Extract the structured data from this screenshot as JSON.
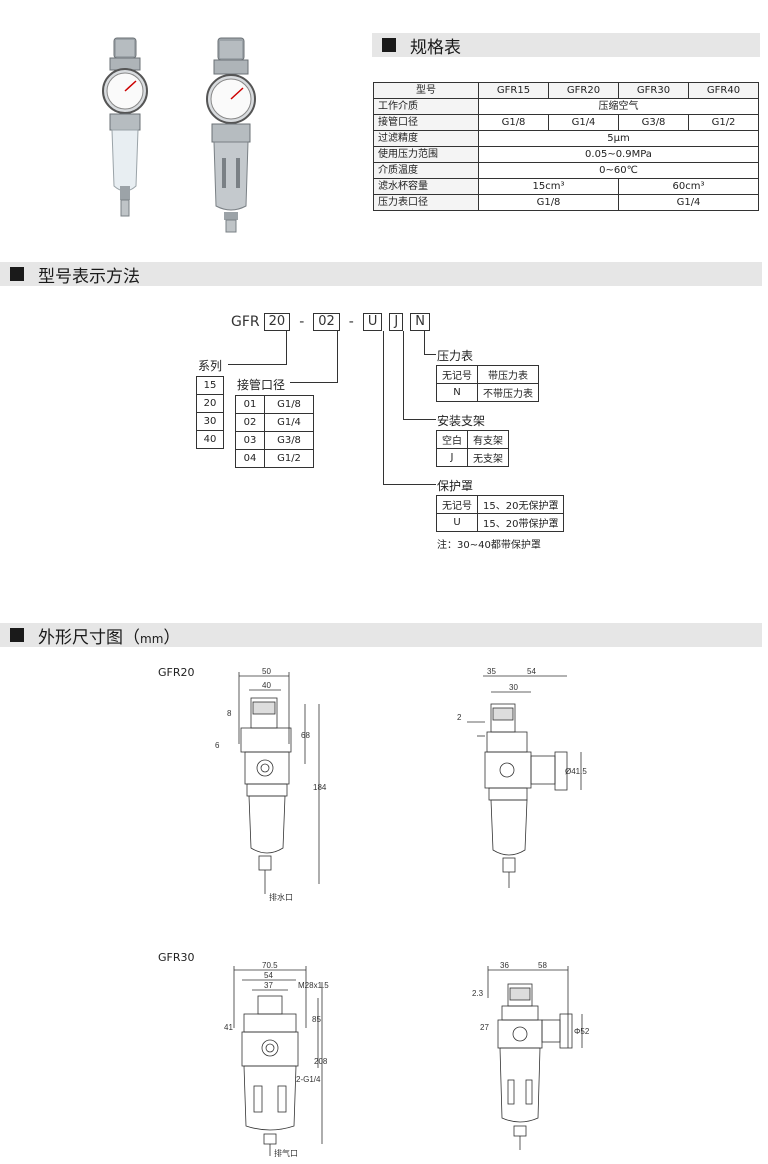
{
  "spec_section": {
    "title": "规格表",
    "header": [
      "型号",
      "GFR15",
      "GFR20",
      "GFR30",
      "GFR40"
    ],
    "rows": [
      {
        "label": "工作介质",
        "value": "压缩空气"
      },
      {
        "label": "接管口径",
        "values": [
          "G1/8",
          "G1/4",
          "G3/8",
          "G1/2"
        ]
      },
      {
        "label": "过滤精度",
        "value": "5μm"
      },
      {
        "label": "使用压力范围",
        "value": "0.05~0.9MPa"
      },
      {
        "label": "介质温度",
        "value": "0~60℃"
      },
      {
        "label": "滤水杯容量",
        "values_pair": [
          "15cm³",
          "60cm³"
        ]
      },
      {
        "label": "压力表口径",
        "values_pair": [
          "G1/8",
          "G1/4"
        ]
      }
    ]
  },
  "model_section": {
    "title": "型号表示方法",
    "code": {
      "prefix": "GFR",
      "series": "20",
      "port": "02",
      "guard": "U",
      "bracket": "J",
      "gauge": "N"
    },
    "series_label": "系列",
    "series_options": [
      "15",
      "20",
      "30",
      "40"
    ],
    "port_label": "接管口径",
    "port_options": [
      [
        "01",
        "G1/8"
      ],
      [
        "02",
        "G1/4"
      ],
      [
        "03",
        "G3/8"
      ],
      [
        "04",
        "G1/2"
      ]
    ],
    "gauge_label": "压力表",
    "gauge_options": [
      [
        "无记号",
        "带压力表"
      ],
      [
        "N",
        "不带压力表"
      ]
    ],
    "bracket_label": "安装支架",
    "bracket_options": [
      [
        "空白",
        "有支架"
      ],
      [
        "J",
        "无支架"
      ]
    ],
    "guard_label": "保护罩",
    "guard_options": [
      [
        "无记号",
        "15、20无保护罩"
      ],
      [
        "U",
        "15、20带保护罩"
      ]
    ],
    "note": "注：30~40都带保护罩"
  },
  "dimension_section": {
    "title": "外形尺寸图",
    "unit": "mm",
    "gfr20": {
      "name": "GFR20",
      "front": {
        "w_outer": "50",
        "w_inner": "40",
        "h_part": "68",
        "h_total": "184",
        "side_a": "8",
        "side_b": "6"
      },
      "side": {
        "d1": "35",
        "d2": "54",
        "d3": "30",
        "d4": "2",
        "gauge": "Ø41.5"
      },
      "drain": "排水口"
    },
    "gfr30": {
      "name": "GFR30",
      "front": {
        "w_outer": "70.5",
        "w_mid": "54",
        "w_inner": "37",
        "thread": "M28x1.5",
        "h_part": "85",
        "h_total": "208",
        "port": "2-G1/4",
        "h_left": "41"
      },
      "side": {
        "d1": "36",
        "d2": "58",
        "d3": "2.3",
        "d4": "27",
        "gauge": "Φ52"
      },
      "drain": "排气口"
    }
  }
}
